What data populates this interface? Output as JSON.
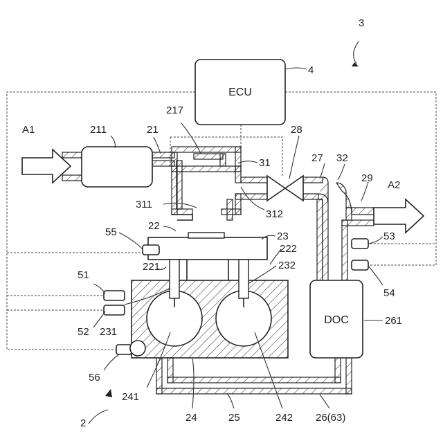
{
  "labels": {
    "system": "3",
    "ecu_ref": "4",
    "ecu_text": "ECU",
    "intake_in": "A1",
    "filter": "211",
    "intake_pipe": "21",
    "cooler": "217",
    "valve_egr": "28",
    "egr_pipe_a": "27",
    "egr_pipe_b": "32",
    "passage_31": "31",
    "passage_311": "311",
    "passage_312": "312",
    "exhaust_out": "A2",
    "pipe_29": "29",
    "sensor_55": "55",
    "manifold_22": "22",
    "head_23": "23",
    "port_222": "222",
    "port_221": "221",
    "port_232": "232",
    "sensor_53": "53",
    "sensor_54": "54",
    "sensor_51": "51",
    "sensor_52": "52",
    "port_231": "231",
    "doc_text": "DOC",
    "doc_ref": "261",
    "pump_56": "56",
    "cyl_241": "241",
    "block_24": "24",
    "pipe_25": "25",
    "cyl_242": "242",
    "pipe_26": "26(63)",
    "engine": "2"
  }
}
